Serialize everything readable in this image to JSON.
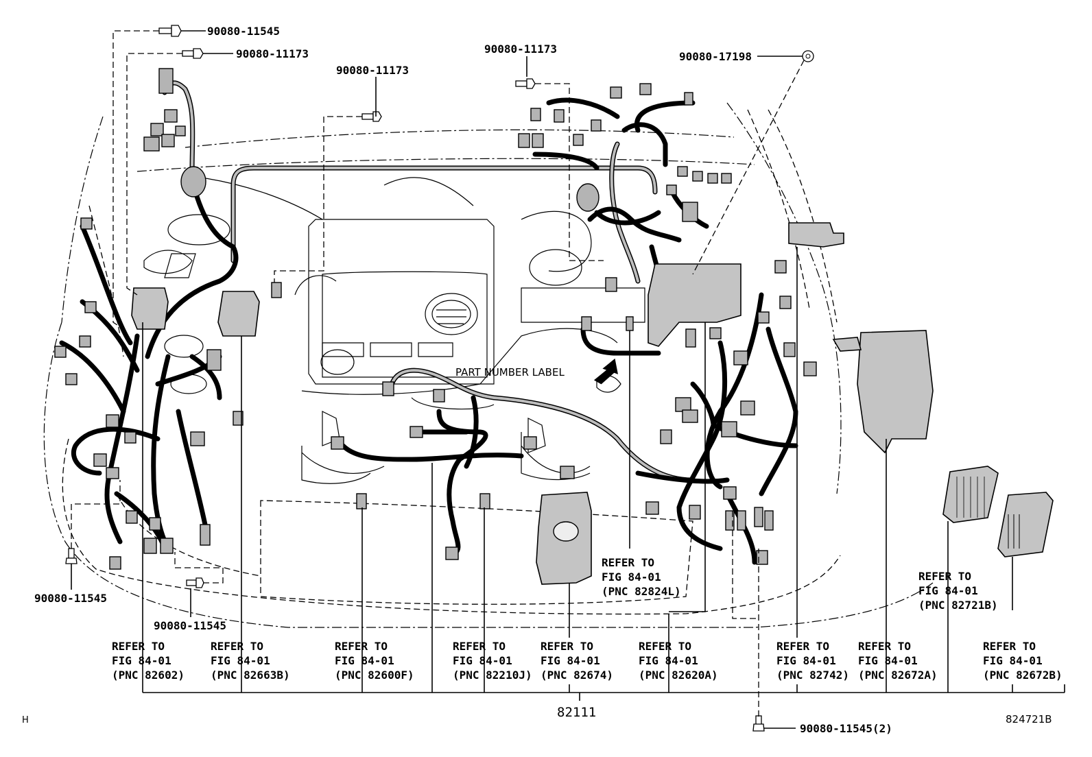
{
  "diagram": {
    "fasteners": {
      "top_left_1": "90080-11545",
      "top_left_2": "90080-11173",
      "center_left": "90080-11173",
      "center": "90080-11173",
      "top_right": "90080-17198",
      "lower_left_1": "90080-11545",
      "lower_left_2": "90080-11545",
      "bottom": "90080-11545(2)"
    },
    "part_number_label": "PART NUMBER LABEL",
    "refer_to": "REFER TO",
    "fig_ref": "FIG 84-01",
    "callouts": [
      {
        "id": "pnc-82602",
        "pnc": "(PNC 82602)"
      },
      {
        "id": "pnc-82663b",
        "pnc": "(PNC 82663B)"
      },
      {
        "id": "pnc-82600f",
        "pnc": "(PNC 82600F)"
      },
      {
        "id": "pnc-82210j",
        "pnc": "(PNC 82210J)"
      },
      {
        "id": "pnc-82674",
        "pnc": "(PNC 82674)"
      },
      {
        "id": "pnc-82620a",
        "pnc": "(PNC 82620A)"
      },
      {
        "id": "pnc-82742",
        "pnc": "(PNC 82742)"
      },
      {
        "id": "pnc-82672a",
        "pnc": "(PNC 82672A)"
      },
      {
        "id": "pnc-82672b",
        "pnc": "(PNC 82672B)"
      },
      {
        "id": "pnc-82824l",
        "pnc": "(PNC 82824L)"
      },
      {
        "id": "pnc-82721b",
        "pnc": "(PNC 82721B)"
      }
    ],
    "main_part": "82111",
    "corner_mark": "H",
    "figure_code": "824721B"
  }
}
